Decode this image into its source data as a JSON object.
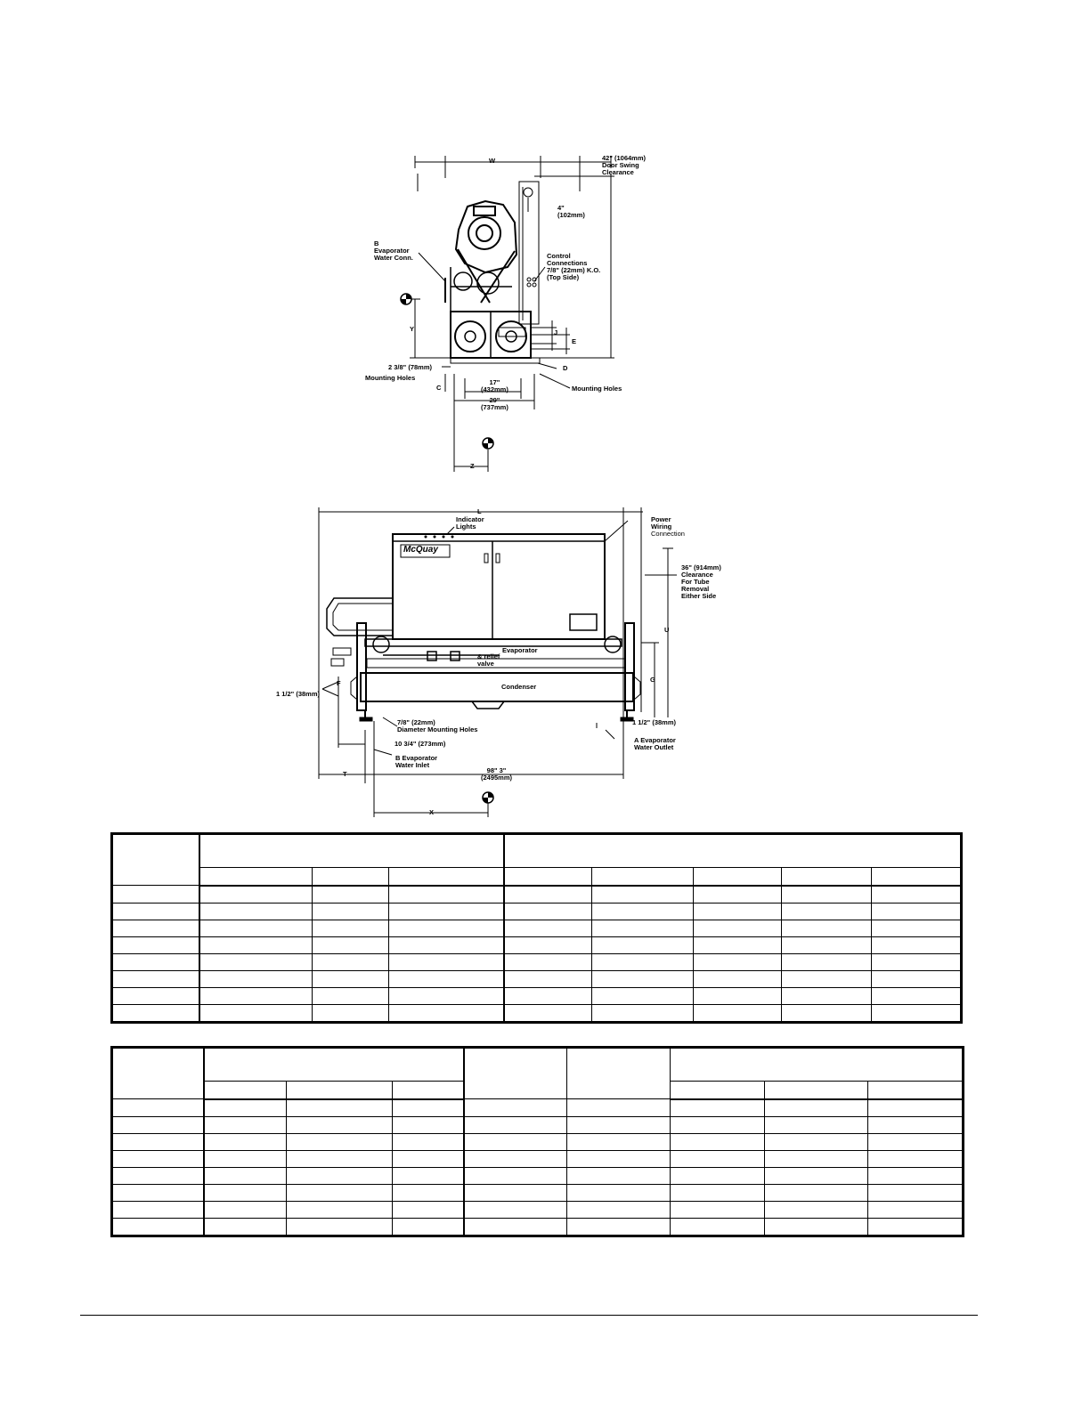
{
  "end_view": {
    "labels": {
      "w": "W",
      "swing_clearance": [
        "42\" (1064mm)",
        "Door Swing",
        "Clearance"
      ],
      "top_dim": [
        "4\"",
        "(102mm)"
      ],
      "evap_water_conn": [
        "Evaporator",
        "Water Conn."
      ],
      "control_connections": [
        "Control",
        "Connections",
        "7/8\" (22mm) K.O.",
        "(Top Side)"
      ],
      "y": "Y",
      "j": "J",
      "e": "E",
      "d": "D",
      "c": "C",
      "side_dim": "2 3/8\" (78mm)",
      "mounting_holes_left": "Mounting Holes",
      "inner_width": [
        "17\"",
        "(432mm)"
      ],
      "outer_width": [
        "29\"",
        "(737mm)"
      ],
      "mounting_holes_right": "Mounting Holes",
      "z": "Z"
    }
  },
  "side_view": {
    "labels": {
      "l": "L",
      "indicator_lights": [
        "Indicator",
        "Lights"
      ],
      "power_wiring": [
        "Power",
        "Wiring",
        "Connection"
      ],
      "brand": "McQuay",
      "service_clearance": [
        "36\" (914mm)",
        "Clearance",
        "For Tube",
        "Removal",
        "Either Side"
      ],
      "u": "U",
      "evaporator": "Evaporator",
      "condenser": "Condenser",
      "g": "G",
      "f": "F",
      "inlet_dim": "1 1/2\" (38mm)",
      "relief": [
        "& relief",
        "valve"
      ],
      "bottom_dim": "1 1/2\" (38mm)",
      "conn_diameter": [
        "7/8\" (22mm)",
        "Diameter Mounting Holes"
      ],
      "holes_dim": "10 3/4\" (273mm)",
      "evap_water_inlet": [
        "B Evaporator",
        "Water Inlet"
      ],
      "evap_water_outlet": [
        "A Evaporator",
        "Water Outlet"
      ],
      "t": "T",
      "overall": [
        "98\" 3\"",
        "(2495mm)"
      ],
      "x": "X"
    }
  }
}
